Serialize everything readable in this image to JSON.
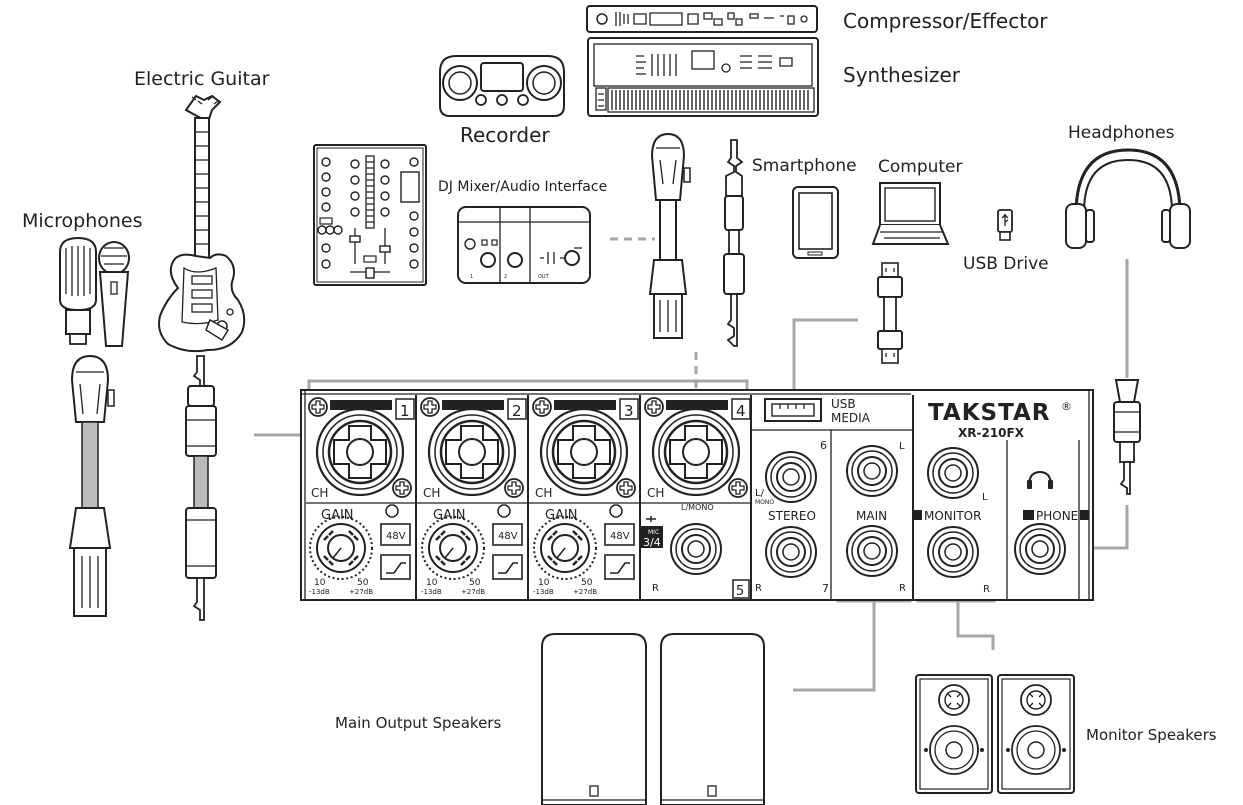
{
  "labels": {
    "compressor": "Compressor/Effector",
    "synthesizer": "Synthesizer",
    "electric_guitar": "Electric Guitar",
    "recorder": "Recorder",
    "headphones": "Headphones",
    "smartphone": "Smartphone",
    "computer": "Computer",
    "dj_mixer": "DJ Mixer/Audio Interface",
    "microphones": "Microphones",
    "usb_drive": "USB Drive",
    "main_speakers": "Main Output Speakers",
    "monitor_speakers": "Monitor Speakers"
  },
  "mixer": {
    "brand": "TAKSTAR",
    "registered": "®",
    "model": "XR-210FX",
    "usb_label_1": "USB",
    "usb_label_2": "MEDIA",
    "channels": [
      {
        "number": "1",
        "ch": "CH",
        "gain": "GAIN",
        "phantom": "48V",
        "min": "10",
        "max": "50",
        "min_db": "-13dB",
        "max_db": "+27dB"
      },
      {
        "number": "2",
        "ch": "CH",
        "gain": "GAIN",
        "phantom": "48V",
        "min": "10",
        "max": "50",
        "min_db": "-13dB",
        "max_db": "+27dB"
      },
      {
        "number": "3",
        "ch": "CH",
        "gain": "GAIN",
        "phantom": "48V",
        "min": "10",
        "max": "50",
        "min_db": "-13dB",
        "max_db": "+27dB"
      },
      {
        "number": "4",
        "ch": "CH"
      }
    ],
    "ch5_l": "L/MONO",
    "ch5_num": "5",
    "ch5_r": "R",
    "mic_switch_1": "MIC",
    "mic_switch_2": "3/4",
    "stereo_label": "STEREO",
    "stereo_top_num": "6",
    "stereo_bottom_num": "7",
    "stereo_l": "L/",
    "stereo_mono": "MONO",
    "stereo_r": "R",
    "main_label": "MAIN",
    "main_l": "L",
    "main_r": "R",
    "monitor_label": "MONITOR",
    "monitor_l": "L",
    "monitor_r": "R",
    "phone_label": "PHONE"
  },
  "colors": {
    "line": "#222222",
    "cable": "#a7a7a7",
    "background": "#ffffff"
  }
}
